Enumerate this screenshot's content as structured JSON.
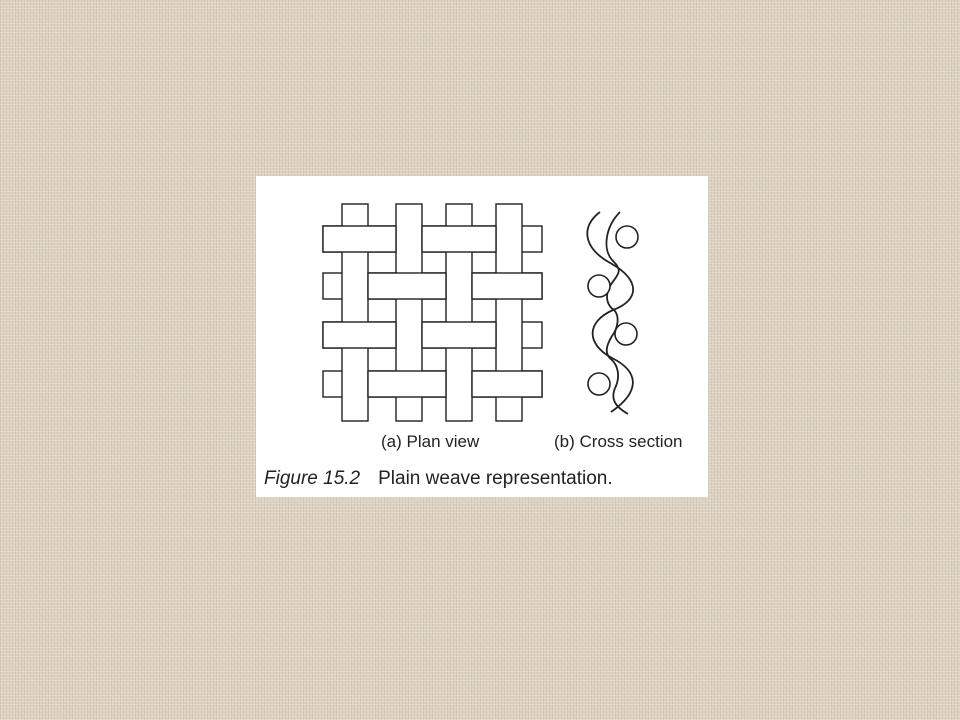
{
  "figure": {
    "number": "Figure 15.2",
    "caption": "Plain weave representation."
  },
  "panels": {
    "plan": {
      "label": "(a) Plan view"
    },
    "cross": {
      "label": "(b) Cross section"
    }
  },
  "weave": {
    "pattern": "plain",
    "warp_yarns": 4,
    "weft_yarns": 4,
    "stroke_color": "#222222",
    "fill_color": "#ffffff"
  }
}
